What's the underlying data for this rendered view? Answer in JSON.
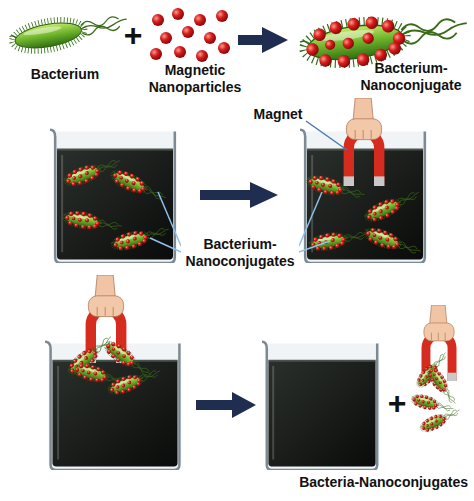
{
  "diagram": {
    "labels": [
      "Bacterium",
      "+",
      "Magnetic Nanoparticles",
      "Bacterium- Nanoconjugate",
      "Magnet",
      "Bacterium- Nanoconjugates",
      "+",
      "Bacteria-Nanoconjugates"
    ]
  }
}
